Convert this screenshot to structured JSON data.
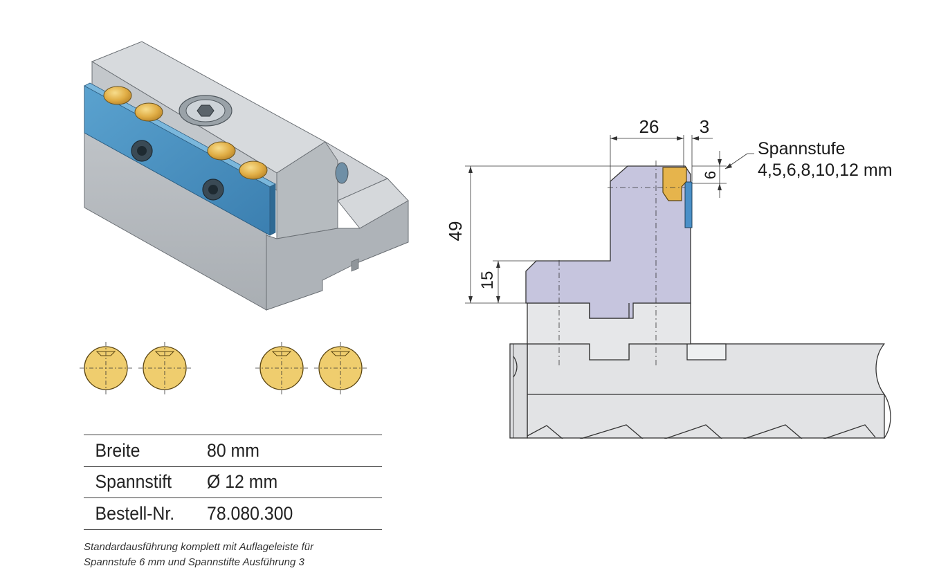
{
  "dimensions": {
    "width_26": "26",
    "width_3": "3",
    "height_49": "49",
    "height_15": "15",
    "step_6": "6"
  },
  "annotation": {
    "line1": "Spannstufe",
    "line2": "4,5,6,8,10,12 mm"
  },
  "specs": [
    {
      "label": "Breite",
      "value": "80 mm"
    },
    {
      "label": "Spannstift",
      "value": "Ø 12 mm"
    },
    {
      "label": "Bestell-Nr.",
      "value": "78.080.300"
    }
  ],
  "note": {
    "line1": "Standardausführung komplett mit Auflageleiste für",
    "line2": "Spannstufe 6 mm und Spannstifte Ausführung 3"
  },
  "colors": {
    "steel": "#c7cbcf",
    "steel_dark": "#9ea3a8",
    "blue_plate": "#4a90bf",
    "brass": "#e3b24a",
    "jaw_lavender": "#c5c4de",
    "base_grey": "#e1e2e4"
  }
}
